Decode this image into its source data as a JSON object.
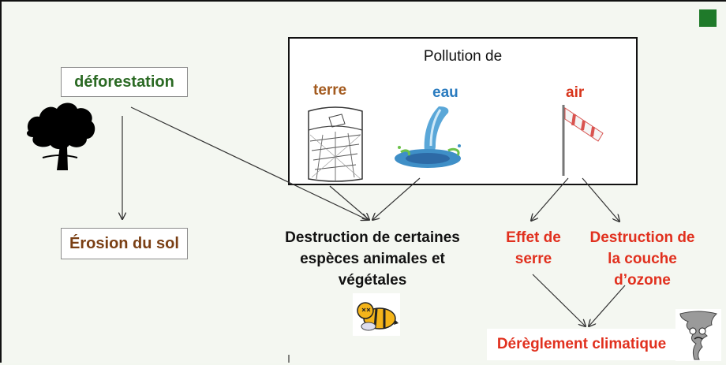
{
  "diagram": {
    "deforestation": "déforestation",
    "erosion": "Érosion du sol",
    "pollution_title": "Pollution de",
    "terre": "terre",
    "eau": "eau",
    "air": "air",
    "destruction_especes": "Destruction de certaines espèces animales et végétales",
    "effet_de_serre": "Effet de serre",
    "destruction_ozone": "Destruction de la couche d’ozone",
    "dereglement": "Dérèglement climatique"
  },
  "icons": {
    "tree": "tree-icon",
    "land": "land-sketch-icon",
    "water": "water-splash-icon",
    "windsock": "windsock-icon",
    "bee": "bee-icon",
    "tornado": "tornado-icon",
    "square": "green-square-icon"
  },
  "colors": {
    "deforestation": "#2b6a24",
    "erosion": "#7a3f14",
    "terre": "#a35a1e",
    "eau": "#2a7bbf",
    "air": "#d8351c",
    "effects": "#e1301e",
    "corner_square": "#1f7a2a"
  }
}
